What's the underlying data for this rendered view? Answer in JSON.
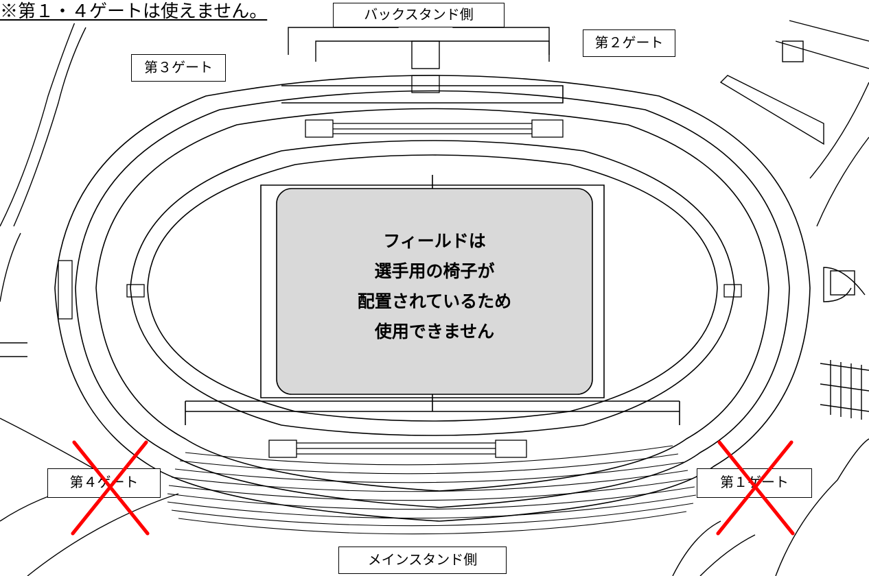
{
  "notice": "※第１・４ゲートは使えません。",
  "stands": {
    "back": "バックスタンド側",
    "main": "メインスタンド側"
  },
  "gates": {
    "gate1": "第１ゲート",
    "gate2": "第２ゲート",
    "gate3": "第３ゲート",
    "gate4": "第４ゲート"
  },
  "closed_gates": [
    "gate1",
    "gate4"
  ],
  "field_notice": [
    "フィールドは",
    "選手用の椅子が",
    "配置されているため",
    "使用できません"
  ],
  "colors": {
    "line": "#000000",
    "field_fill": "#d9d9d9",
    "closed_mark": "#ff0000",
    "background": "#ffffff"
  }
}
